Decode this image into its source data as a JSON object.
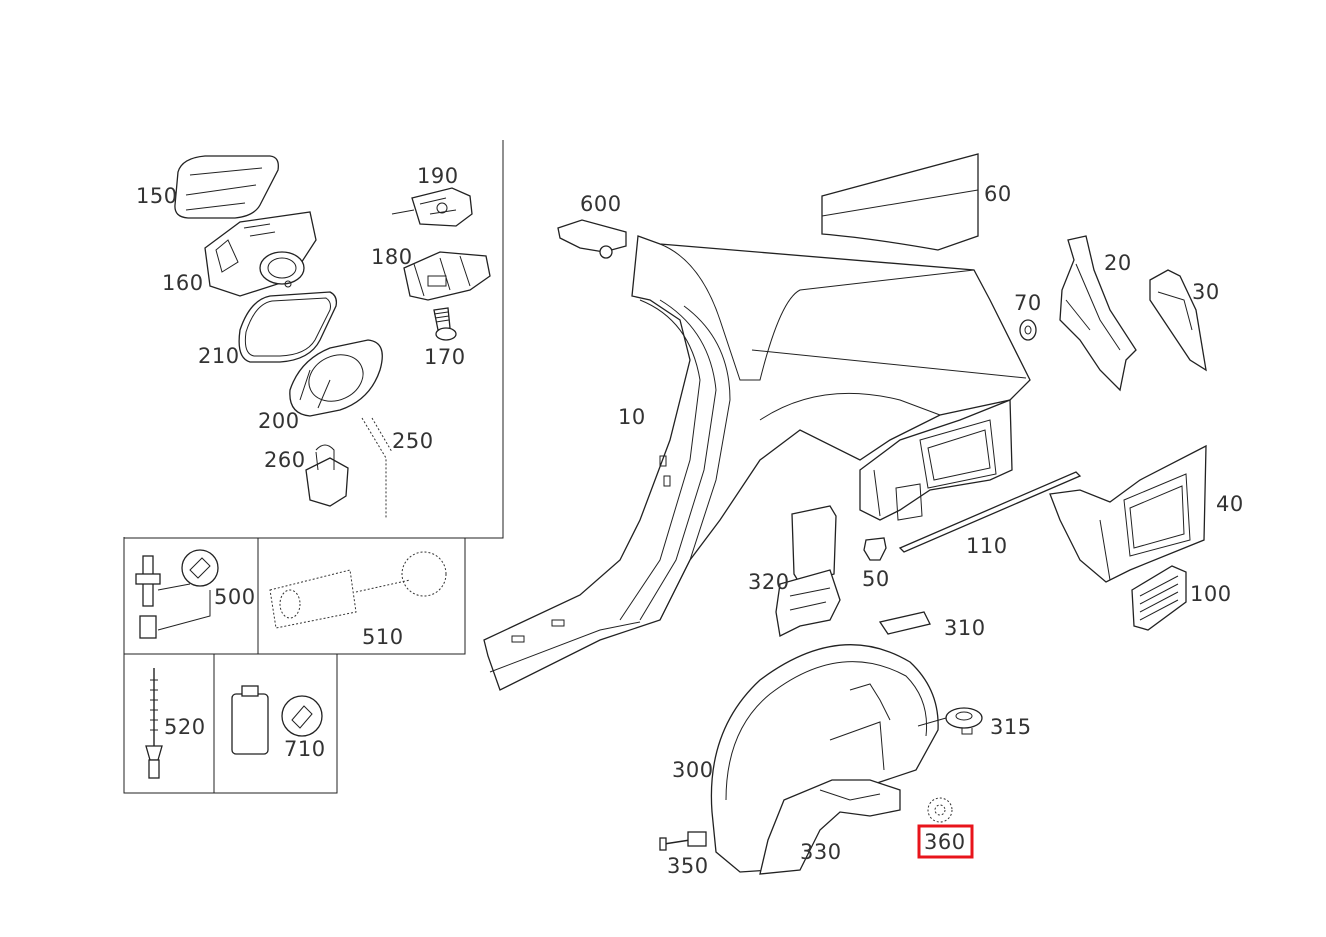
{
  "highlight_color": "#e8141b",
  "callouts": {
    "c10": "10",
    "c20": "20",
    "c30": "30",
    "c40": "40",
    "c50": "50",
    "c60": "60",
    "c70": "70",
    "c100": "100",
    "c110": "110",
    "c150": "150",
    "c160": "160",
    "c170": "170",
    "c180": "180",
    "c190": "190",
    "c200": "200",
    "c210": "210",
    "c250": "250",
    "c260": "260",
    "c300": "300",
    "c310": "310",
    "c315": "315",
    "c320": "320",
    "c330": "330",
    "c350": "350",
    "c360": "360",
    "c500": "500",
    "c510": "510",
    "c520": "520",
    "c600": "600",
    "c710": "710"
  },
  "highlighted_callout": "360"
}
